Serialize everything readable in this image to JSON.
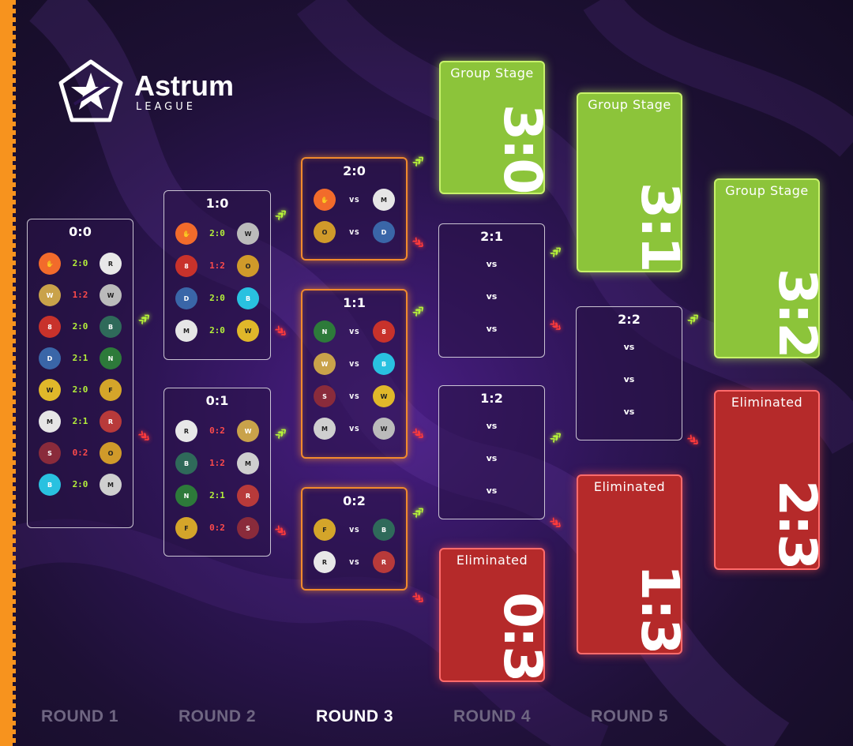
{
  "brand": {
    "name": "Astrum",
    "sub": "LEAGUE"
  },
  "boxes": [
    {
      "id": "r1",
      "title": "0:0",
      "matches": [
        {
          "a": "hand",
          "b": "repulse",
          "score": "2:0",
          "res": "w"
        },
        {
          "a": "warrior",
          "b": "vv",
          "score": "1:2",
          "res": "l"
        },
        {
          "a": "8bit",
          "b": "bandit",
          "score": "2:0",
          "res": "w"
        },
        {
          "a": "dd",
          "b": "ninja",
          "score": "2:1",
          "res": "w"
        },
        {
          "a": "wolf",
          "b": "funny",
          "score": "2:0",
          "res": "w"
        },
        {
          "a": "mask",
          "b": "raptor",
          "score": "2:1",
          "res": "w"
        },
        {
          "a": "samurai",
          "b": "otpuntov",
          "score": "0:2",
          "res": "l"
        },
        {
          "a": "bird",
          "b": "metaforce",
          "score": "2:0",
          "res": "w"
        }
      ]
    },
    {
      "id": "r2a",
      "title": "1:0",
      "matches": [
        {
          "a": "hand",
          "b": "vv",
          "score": "2:0",
          "res": "w"
        },
        {
          "a": "8bit",
          "b": "otpuntov",
          "score": "1:2",
          "res": "l"
        },
        {
          "a": "dd",
          "b": "bird",
          "score": "2:0",
          "res": "w"
        },
        {
          "a": "mask",
          "b": "wolf",
          "score": "2:0",
          "res": "w"
        }
      ]
    },
    {
      "id": "r2b",
      "title": "0:1",
      "matches": [
        {
          "a": "repulse",
          "b": "warrior",
          "score": "0:2",
          "res": "l"
        },
        {
          "a": "bandit",
          "b": "metaforce",
          "score": "1:2",
          "res": "l"
        },
        {
          "a": "ninja",
          "b": "raptor",
          "score": "2:1",
          "res": "w"
        },
        {
          "a": "funny",
          "b": "samurai",
          "score": "0:2",
          "res": "l"
        }
      ]
    },
    {
      "id": "r3a",
      "title": "2:0",
      "matches": [
        {
          "a": "hand",
          "b": "mask",
          "score": "vs"
        },
        {
          "a": "otpuntov",
          "b": "dd",
          "score": "vs"
        }
      ]
    },
    {
      "id": "r3b",
      "title": "1:1",
      "matches": [
        {
          "a": "ninja",
          "b": "8bit",
          "score": "vs"
        },
        {
          "a": "warrior",
          "b": "bird",
          "score": "vs"
        },
        {
          "a": "samurai",
          "b": "wolf",
          "score": "vs"
        },
        {
          "a": "metaforce",
          "b": "vv",
          "score": "vs"
        }
      ]
    },
    {
      "id": "r3c",
      "title": "0:2",
      "matches": [
        {
          "a": "funny",
          "b": "bandit",
          "score": "vs"
        },
        {
          "a": "repulse",
          "b": "raptor",
          "score": "vs"
        }
      ]
    },
    {
      "id": "r4a",
      "title": "2:1",
      "vs": [
        "vs",
        "vs",
        "vs"
      ]
    },
    {
      "id": "r4b",
      "title": "1:2",
      "vs": [
        "vs",
        "vs",
        "vs"
      ]
    },
    {
      "id": "r5a",
      "title": "2:2",
      "vs": [
        "vs",
        "vs",
        "vs"
      ]
    }
  ],
  "finals": [
    {
      "id": "f30",
      "label": "Group Stage",
      "score": "3:0",
      "kind": "g"
    },
    {
      "id": "f31",
      "label": "Group Stage",
      "score": "3:1",
      "kind": "g"
    },
    {
      "id": "f32",
      "label": "Group Stage",
      "score": "3:2",
      "kind": "g"
    },
    {
      "id": "f03",
      "label": "Eliminated",
      "score": "0:3",
      "kind": "r"
    },
    {
      "id": "f13",
      "label": "Eliminated",
      "score": "1:3",
      "kind": "r"
    },
    {
      "id": "f23",
      "label": "Eliminated",
      "score": "2:3",
      "kind": "r"
    }
  ],
  "rounds": [
    "ROUND 1",
    "ROUND 2",
    "ROUND 3",
    "ROUND 4",
    "ROUND 5"
  ],
  "active_round": "ROUND 3",
  "colors": {
    "accent_orange": "#f28a2d",
    "win_green": "#b6f23a",
    "loss_red": "#ff4b4b",
    "group_stage": "#8cc43a",
    "eliminated": "#b52a2a"
  }
}
